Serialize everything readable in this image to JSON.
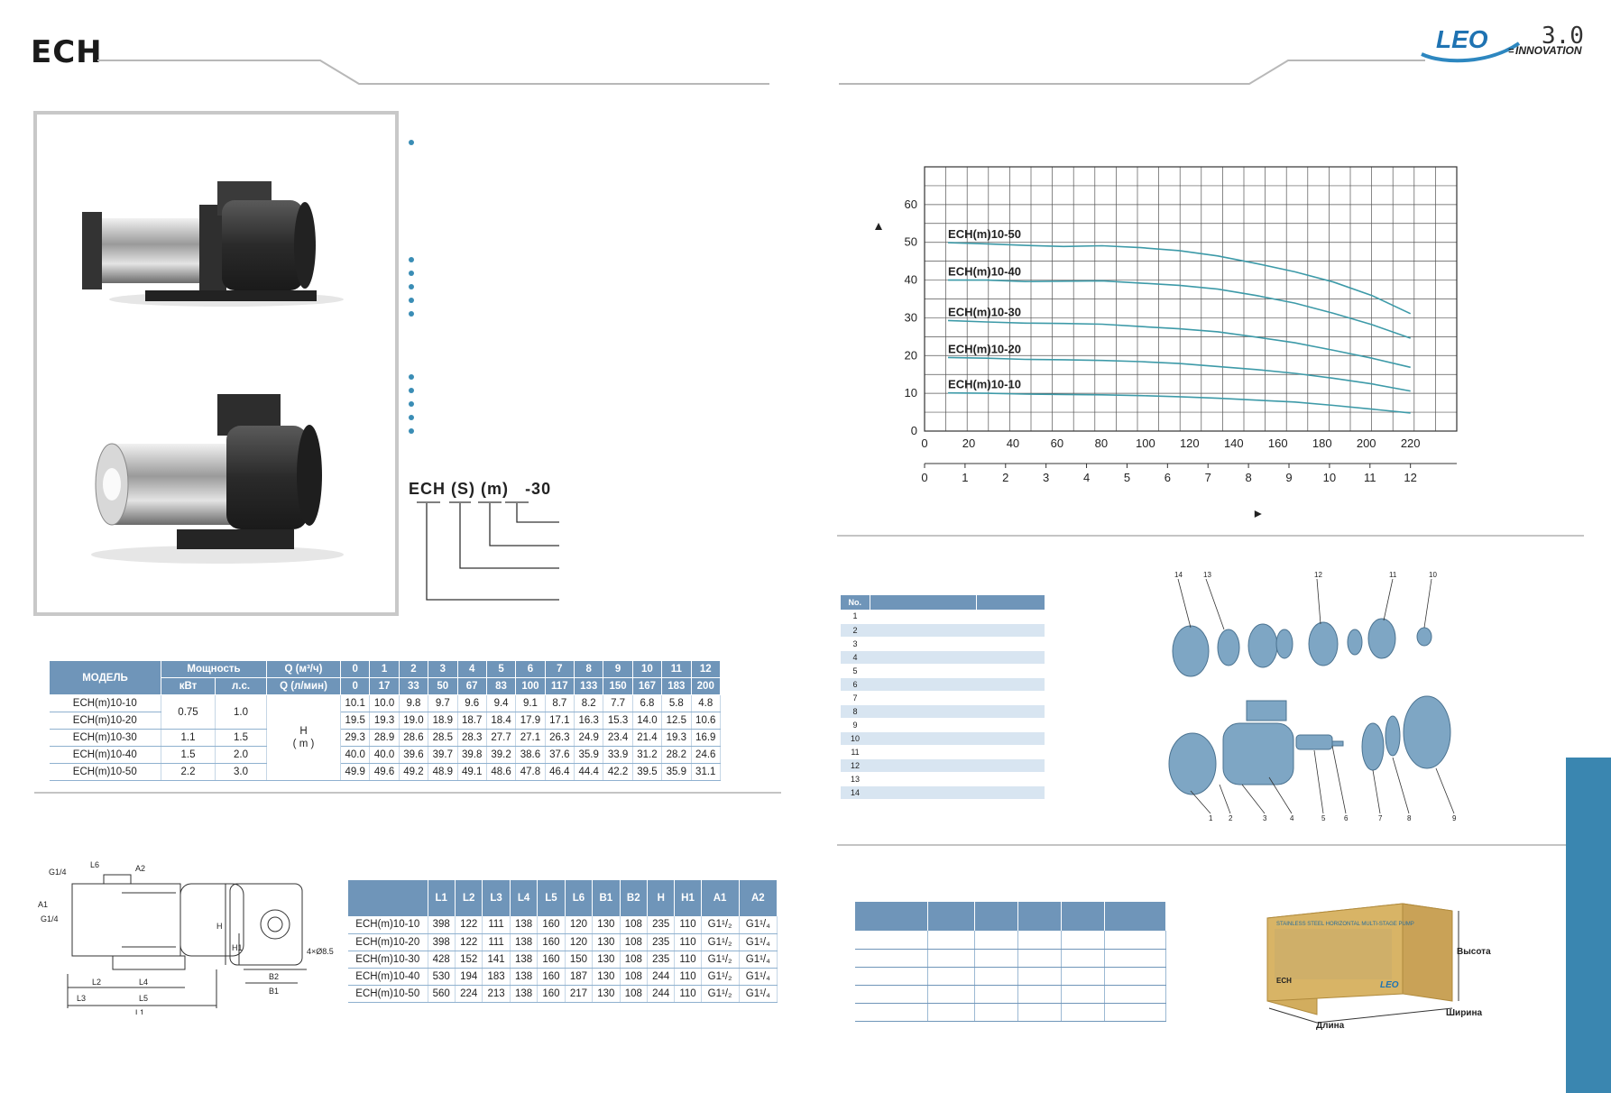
{
  "header": {
    "title": "ECH",
    "brand": "LEO",
    "brand_version": "3.0",
    "brand_tagline": "INNOVATION"
  },
  "model_code": {
    "base": "ECH",
    "s": "(S)",
    "m": "(m)",
    "suffix": "-30"
  },
  "colors": {
    "accent": "#3a86b0",
    "table_header": "#6f95b9",
    "curve": "#3d9aa8"
  },
  "perf_table": {
    "col_model": "МОДЕЛЬ",
    "col_power": "Мощность",
    "col_kw": "кВт",
    "col_hp": "л.с.",
    "col_q_m3": "Q (м³/ч)",
    "col_q_l": "Q (л/мин)",
    "h_label": "H",
    "h_unit": "( m )",
    "q_m3": [
      "0",
      "1",
      "2",
      "3",
      "4",
      "5",
      "6",
      "7",
      "8",
      "9",
      "10",
      "11",
      "12"
    ],
    "q_l": [
      "0",
      "17",
      "33",
      "50",
      "67",
      "83",
      "100",
      "117",
      "133",
      "150",
      "167",
      "183",
      "200"
    ],
    "rows": [
      {
        "model": "ECH(m)10-10",
        "kw": "0.75",
        "hp": "1.0",
        "h": [
          "10.1",
          "10.0",
          "9.8",
          "9.7",
          "9.6",
          "9.4",
          "9.1",
          "8.7",
          "8.2",
          "7.7",
          "6.8",
          "5.8",
          "4.8"
        ]
      },
      {
        "model": "ECH(m)10-20",
        "kw": "",
        "hp": "",
        "h": [
          "19.5",
          "19.3",
          "19.0",
          "18.9",
          "18.7",
          "18.4",
          "17.9",
          "17.1",
          "16.3",
          "15.3",
          "14.0",
          "12.5",
          "10.6"
        ]
      },
      {
        "model": "ECH(m)10-30",
        "kw": "1.1",
        "hp": "1.5",
        "h": [
          "29.3",
          "28.9",
          "28.6",
          "28.5",
          "28.3",
          "27.7",
          "27.1",
          "26.3",
          "24.9",
          "23.4",
          "21.4",
          "19.3",
          "16.9"
        ]
      },
      {
        "model": "ECH(m)10-40",
        "kw": "1.5",
        "hp": "2.0",
        "h": [
          "40.0",
          "40.0",
          "39.6",
          "39.7",
          "39.8",
          "39.2",
          "38.6",
          "37.6",
          "35.9",
          "33.9",
          "31.2",
          "28.2",
          "24.6"
        ]
      },
      {
        "model": "ECH(m)10-50",
        "kw": "2.2",
        "hp": "3.0",
        "h": [
          "49.9",
          "49.6",
          "49.2",
          "48.9",
          "49.1",
          "48.6",
          "47.8",
          "46.4",
          "44.4",
          "42.2",
          "39.5",
          "35.9",
          "31.1"
        ]
      }
    ]
  },
  "dims_table": {
    "headers": [
      "L1",
      "L2",
      "L3",
      "L4",
      "L5",
      "L6",
      "B1",
      "B2",
      "H",
      "H1",
      "A1",
      "A2"
    ],
    "rows": [
      {
        "model": "ECH(m)10-10",
        "v": [
          "398",
          "122",
          "111",
          "138",
          "160",
          "120",
          "130",
          "108",
          "235",
          "110",
          "G1¹/₂",
          "G1¹/₄"
        ]
      },
      {
        "model": "ECH(m)10-20",
        "v": [
          "398",
          "122",
          "111",
          "138",
          "160",
          "120",
          "130",
          "108",
          "235",
          "110",
          "G1¹/₂",
          "G1¹/₄"
        ]
      },
      {
        "model": "ECH(m)10-30",
        "v": [
          "428",
          "152",
          "141",
          "138",
          "160",
          "150",
          "130",
          "108",
          "235",
          "110",
          "G1¹/₂",
          "G1¹/₄"
        ]
      },
      {
        "model": "ECH(m)10-40",
        "v": [
          "530",
          "194",
          "183",
          "138",
          "160",
          "187",
          "130",
          "108",
          "244",
          "110",
          "G1¹/₂",
          "G1¹/₄"
        ]
      },
      {
        "model": "ECH(m)10-50",
        "v": [
          "560",
          "224",
          "213",
          "138",
          "160",
          "217",
          "130",
          "108",
          "244",
          "110",
          "G1¹/₂",
          "G1¹/₄"
        ]
      }
    ]
  },
  "drawing_labels": {
    "g14a": "G1/4",
    "g14b": "G1/4",
    "a1": "A1",
    "a2": "A2",
    "l1": "L1",
    "l2": "L2",
    "l3": "L3",
    "l4": "L4",
    "l5": "L5",
    "l6": "L6",
    "h": "H",
    "h1": "H1",
    "b1": "B1",
    "b2": "B2",
    "holes": "4×Ø8.5"
  },
  "parts_table": {
    "header_no": "No.",
    "numbers": [
      "1",
      "2",
      "3",
      "4",
      "5",
      "6",
      "7",
      "8",
      "9",
      "10",
      "11",
      "12",
      "13",
      "14"
    ]
  },
  "exploded_labels": {
    "top": [
      "14",
      "13",
      "12",
      "11",
      "10"
    ],
    "bottom": [
      "1",
      "2",
      "3",
      "4",
      "5",
      "6",
      "7",
      "8",
      "9"
    ]
  },
  "box_labels": {
    "height": "Высота",
    "width": "Ширина",
    "length": "Длина",
    "box_model": "ECH",
    "box_text": "STAINLESS STEEL HORIZONTAL MULTI-STAGE PUMP"
  },
  "chart_data": {
    "type": "line",
    "x": [
      0,
      1,
      2,
      3,
      4,
      5,
      6,
      7,
      8,
      9,
      10,
      11,
      12
    ],
    "x_unit_ticks": [
      "0",
      "1",
      "2",
      "3",
      "4",
      "5",
      "6",
      "7",
      "8",
      "9",
      "10",
      "11",
      "12"
    ],
    "x_alt_ticks": [
      "0",
      "20",
      "40",
      "60",
      "80",
      "100",
      "120",
      "140",
      "160",
      "180",
      "200",
      "220"
    ],
    "y_ticks": [
      "0",
      "10",
      "20",
      "30",
      "40",
      "50",
      "60"
    ],
    "xlim": [
      0,
      12.5
    ],
    "ylim": [
      0,
      70
    ],
    "grid": true,
    "series": [
      {
        "name": "ECH(m)10-10",
        "values": [
          10.1,
          10.0,
          9.8,
          9.7,
          9.6,
          9.4,
          9.1,
          8.7,
          8.2,
          7.7,
          6.8,
          5.8,
          4.8
        ]
      },
      {
        "name": "ECH(m)10-20",
        "values": [
          19.5,
          19.3,
          19.0,
          18.9,
          18.7,
          18.4,
          17.9,
          17.1,
          16.3,
          15.3,
          14.0,
          12.5,
          10.6
        ]
      },
      {
        "name": "ECH(m)10-30",
        "values": [
          29.3,
          28.9,
          28.6,
          28.5,
          28.3,
          27.7,
          27.1,
          26.3,
          24.9,
          23.4,
          21.4,
          19.3,
          16.9
        ]
      },
      {
        "name": "ECH(m)10-40",
        "values": [
          40.0,
          40.0,
          39.6,
          39.7,
          39.8,
          39.2,
          38.6,
          37.6,
          35.9,
          33.9,
          31.2,
          28.2,
          24.6
        ]
      },
      {
        "name": "ECH(m)10-50",
        "values": [
          49.9,
          49.6,
          49.2,
          48.9,
          49.1,
          48.6,
          47.8,
          46.4,
          44.4,
          42.2,
          39.5,
          35.9,
          31.1
        ]
      }
    ]
  }
}
